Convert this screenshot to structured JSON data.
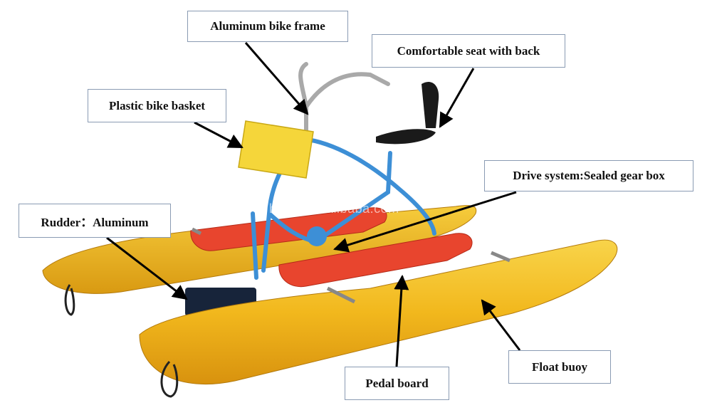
{
  "labels": {
    "frame": "Aluminum bike frame",
    "seat": "Comfortable seat with back",
    "basket": "Plastic bike basket",
    "drive": "Drive system:Sealed gear box",
    "rudder": "Rudder：Aluminum",
    "buoy": "Float buoy",
    "pedal": "Pedal board"
  },
  "watermark": "heitro.en.alibaba.com",
  "colors": {
    "buoy": "#f2b81d",
    "board": "#e8452e",
    "frame": "#3d8fd6",
    "basket": "#f5d63a",
    "seat": "#1a1a1a",
    "label_border": "#8a9bb3"
  }
}
